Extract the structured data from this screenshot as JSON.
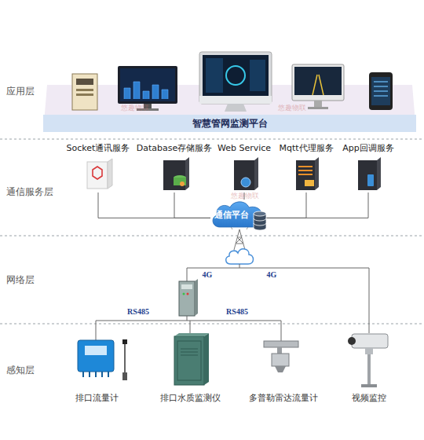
{
  "diagram": {
    "nodes": [
      {
        "text": [
          "智慧管网监测平台"
        ]
      },
      {
        "text": [
          "Socket通讯服务"
        ]
      },
      {
        "text": [
          "Database存储服务"
        ]
      },
      {
        "text": [
          "Web Service"
        ]
      },
      {
        "text": [
          "Mqtt代理服务"
        ]
      },
      {
        "text": [
          "App回调服务"
        ]
      },
      {
        "text": [
          "通信平台"
        ]
      },
      {
        "text": [
          "排口流量计"
        ]
      },
      {
        "text": [
          "排口水质监测仪"
        ]
      },
      {
        "text": [
          "多普勒雷达流量计"
        ]
      },
      {
        "text": [
          "视频监控"
        ]
      }
    ],
    "edges": [
      {
        "from": 1,
        "to": 6,
        "arrow": "none"
      },
      {
        "from": 2,
        "to": 6,
        "arrow": "none"
      },
      {
        "from": 3,
        "to": 6,
        "arrow": "none"
      },
      {
        "from": 4,
        "to": 6,
        "arrow": "none"
      },
      {
        "from": 5,
        "to": 6,
        "arrow": "none"
      }
    ],
    "labels": [
      "应用层",
      "通信服务层",
      "网络层",
      "感知层",
      "4G",
      "4G",
      "RS485",
      "RS485",
      "悠趣物联",
      "悠趣物联",
      "悠趣物联"
    ]
  }
}
